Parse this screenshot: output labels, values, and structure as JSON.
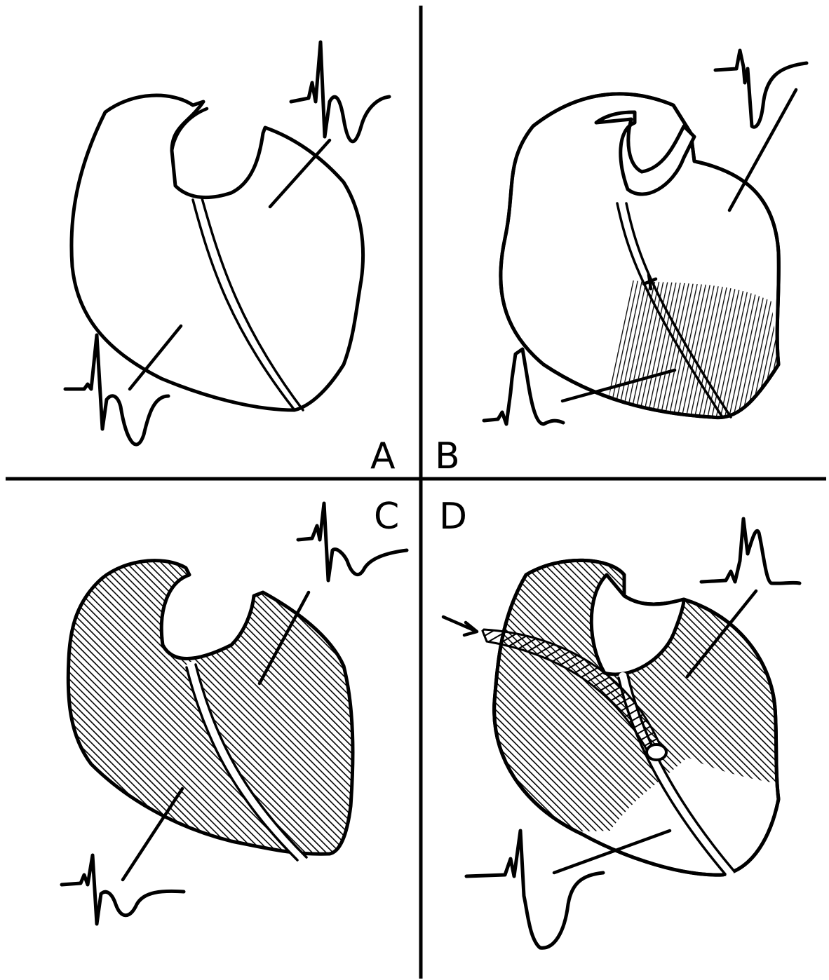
{
  "panels": [
    {
      "id": "A",
      "label": "A",
      "infarct": "none"
    },
    {
      "id": "B",
      "label": "B",
      "infarct": "apical-region"
    },
    {
      "id": "C",
      "label": "C",
      "infarct": "entire-heart"
    },
    {
      "id": "D",
      "label": "D",
      "infarct": "upper-region-with-occlusion"
    }
  ],
  "colors": {
    "ink": "#000000",
    "paper": "#ffffff"
  }
}
